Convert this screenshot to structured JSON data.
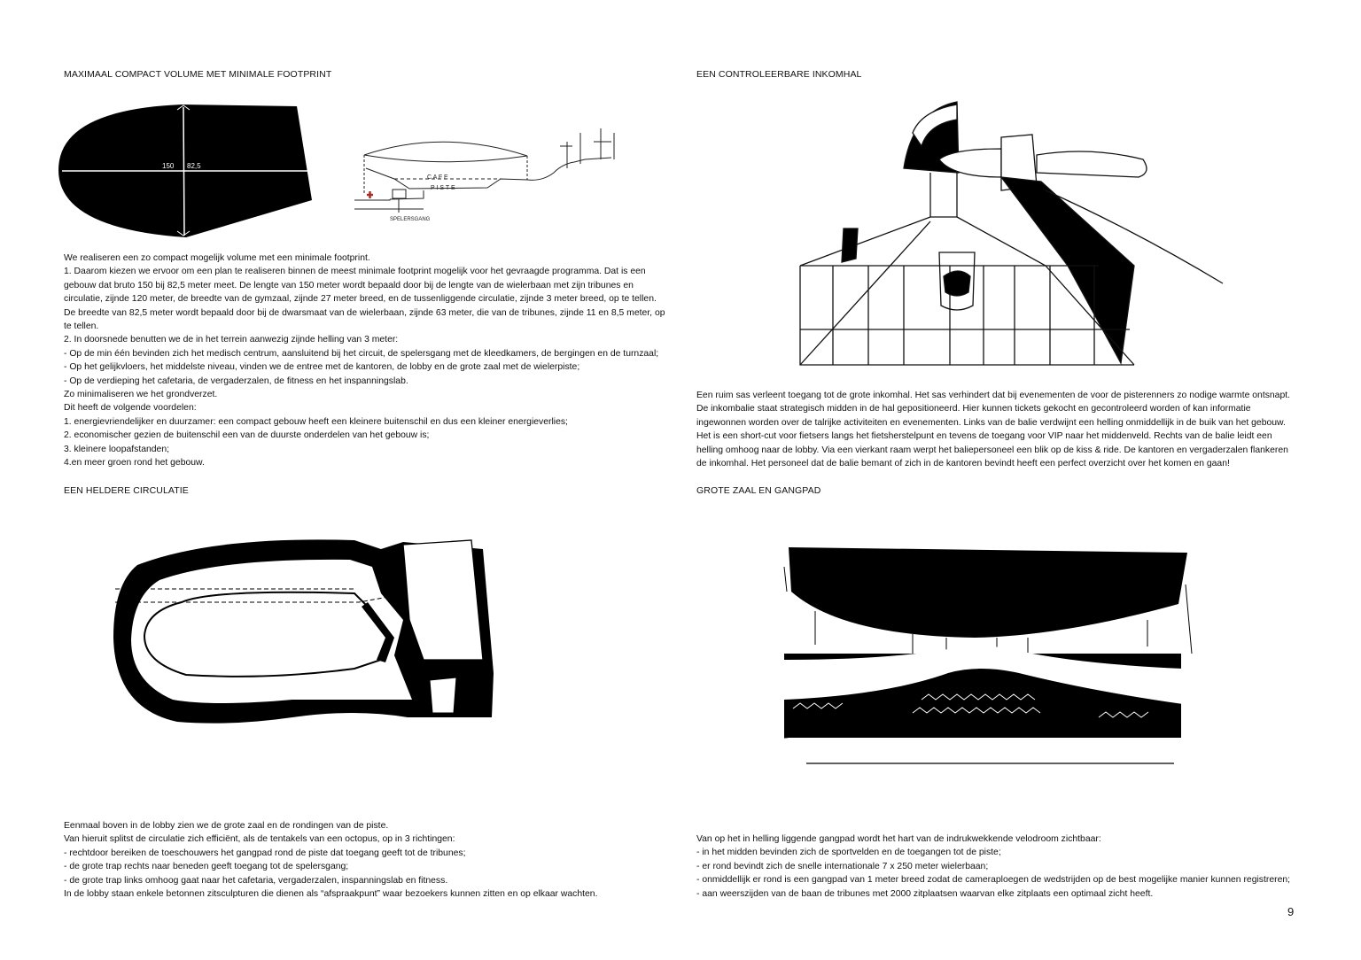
{
  "page_number": "9",
  "sections": [
    {
      "heading": "MAXIMAAL COMPACT VOLUME MET MINIMALE FOOTPRINT",
      "sketch_labels": {
        "length": "150",
        "width": "82,5",
        "cafe": "C A F E",
        "piste": "P I S T E",
        "spelersgang": "SPELERSGANG"
      },
      "lines": [
        "We realiseren een zo compact mogelijk volume met een minimale footprint.",
        "1. Daarom kiezen we ervoor om een plan te realiseren binnen de meest minimale footprint mogelijk voor het gevraagde programma. Dat is een",
        "gebouw dat bruto 150 bij 82,5 meter meet. De lengte van 150 meter wordt bepaald door bij de lengte van de wielerbaan met zijn tribunes en",
        "circulatie, zijnde 120 meter, de breedte van de gymzaal, zijnde 27 meter breed, en de tussenliggende circulatie, zijnde 3 meter breed, op te tellen.",
        "De breedte van 82,5 meter wordt bepaald door bij de dwarsmaat van de wielerbaan, zijnde 63 meter, die van de tribunes, zijnde 11 en 8,5 meter, op",
        "te tellen.",
        "2. In doorsnede benutten we de in het terrein aanwezig zijnde helling van 3 meter:",
        "- Op de min één bevinden zich het medisch centrum, aansluitend bij het circuit, de spelersgang met de kleedkamers, de bergingen en de turnzaal;",
        "- Op het gelijkvloers, het middelste niveau, vinden we de entree met de kantoren, de lobby en de grote zaal met de wielerpiste;",
        "- Op de verdieping het cafetaria, de vergaderzalen, de fitness en het inspanningslab.",
        "Zo minimaliseren we het grondverzet.",
        "Dit heeft de volgende voordelen:",
        "1. energievriendelijker en duurzamer:  een compact gebouw heeft een kleinere buitenschil en dus een kleiner energieverlies;",
        "2. economischer gezien de buitenschil een van de duurste onderdelen van het gebouw is;",
        "3. kleinere loopafstanden;",
        "4.en meer groen rond het gebouw."
      ]
    },
    {
      "heading": "EEN CONTROLEERBARE INKOMHAL",
      "lines": [
        "Een ruim sas verleent toegang tot de grote inkomhal. Het sas verhindert dat bij evenementen de voor de pisterenners zo nodige warmte ontsnapt.",
        "De inkombalie staat strategisch midden in de hal gepositioneerd. Hier kunnen tickets gekocht en gecontroleerd worden of kan informatie",
        "ingewonnen worden over de talrijke activiteiten en evenementen. Links van de balie verdwijnt een helling onmiddellijk in de buik van het gebouw.",
        "Het is een short-cut voor fietsers langs het fietsherstelpunt en tevens de toegang voor VIP naar het middenveld. Rechts van de balie leidt een",
        "helling omhoog naar de lobby. Via een vierkant raam werpt het baliepersoneel een blik op de kiss & ride. De kantoren en vergaderzalen flankeren",
        "de inkomhal. Het personeel dat de balie bemant of zich in de kantoren bevindt heeft een perfect overzicht over het komen en gaan!"
      ]
    },
    {
      "heading": "EEN HELDERE CIRCULATIE",
      "lines": [
        "Eenmaal boven in de lobby zien we de grote zaal en de rondingen van de piste.",
        "Van hieruit splitst de circulatie zich efficiënt, als de tentakels van een octopus, op in 3 richtingen:",
        "- rechtdoor bereiken de toeschouwers het gangpad rond de piste dat toegang geeft tot de tribunes;",
        "- de grote trap rechts naar beneden geeft toegang tot de spelersgang;",
        "- de grote trap links omhoog gaat naar het cafetaria, vergaderzalen, inspanningslab en fitness.",
        "In de lobby staan enkele betonnen zitsculpturen die dienen als “afspraakpunt” waar bezoekers kunnen zitten en op elkaar wachten."
      ]
    },
    {
      "heading": "GROTE ZAAL EN GANGPAD",
      "lines": [
        "Van op het in helling liggende gangpad wordt het hart van de indrukwekkende velodroom zichtbaar:",
        "-  in het midden bevinden zich de sportvelden en de toegangen tot de piste;",
        "- er rond bevindt zich de snelle internationale 7 x 250 meter wielerbaan;",
        "- onmiddellijk er rond is een gangpad van 1 meter breed zodat de cameraploegen de wedstrijden op de best mogelijke manier kunnen registreren;",
        "- aan weerszijden van de baan de tribunes met 2000 zitplaatsen waarvan elke zitplaats een optimaal zicht heeft."
      ]
    }
  ]
}
